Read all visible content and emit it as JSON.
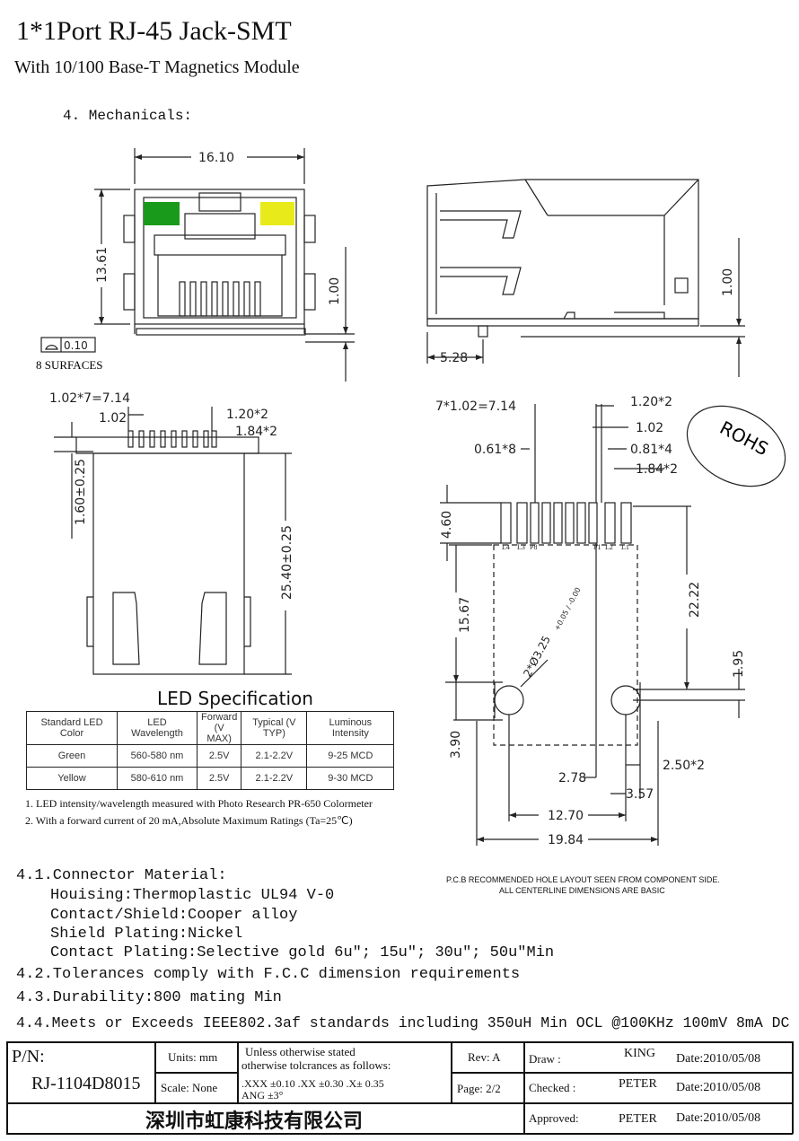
{
  "header": {
    "title": "1*1Port RJ-45 Jack-SMT",
    "subtitle": "With 10/100 Base-T Magnetics Module",
    "section": "4. Mechanicals:"
  },
  "front_view": {
    "width_dim": "16.10",
    "height_dim": "13.61",
    "offset_dim": "1.00",
    "flatness_value": "0.10",
    "flatness_note": "8 SURFACES",
    "led_left_color": "#1a9a1a",
    "led_right_color": "#e8ea1a"
  },
  "side_view": {
    "depth_dim": "5.28",
    "offset_dim": "1.00"
  },
  "bottom_view": {
    "pitch_total": "1.02*7=7.14",
    "pitch": "1.02",
    "pitch_b": "1.20*2",
    "pitch_c": "1.84*2",
    "pin_offset": "1.60±0.25",
    "body_length": "25.40±0.25"
  },
  "pcb_layout": {
    "badge": "ROHS",
    "dims": {
      "pitch_total": "7*1.02=7.14",
      "d120": "1.20*2",
      "d102": "1.02",
      "d061": "0.61*8",
      "d081": "0.81*4",
      "d184": "1.84*2",
      "d460": "4.60",
      "d1567": "15.67",
      "d2222": "22.22",
      "hole": "2*Ø3.25",
      "hole_tol": "+0.05 / -0.00",
      "d195": "1.95",
      "d390": "3.90",
      "d278": "2.78",
      "d250": "2.50*2",
      "d357": "3.57",
      "d1270": "12.70",
      "d1984": "19.84"
    },
    "pin_labels": [
      "L4",
      "L3",
      "P8",
      "P1",
      "L2",
      "L1"
    ],
    "note_line1": "P.C.B RECOMMENDED HOLE LAYOUT SEEN FROM COMPONENT SIDE.",
    "note_line2": "ALL CENTERLINE DIMENSIONS ARE BASIC"
  },
  "led_spec": {
    "title": "LED Specification",
    "headers": [
      "Standard LED Color",
      "LED Wavelength",
      "Forward (V MAX)",
      "Typical (V TYP)",
      "Luminous Intensity"
    ],
    "rows": [
      [
        "Green",
        "560-580 nm",
        "2.5V",
        "2.1-2.2V",
        "9-25 MCD"
      ],
      [
        "Yellow",
        "580-610 nm",
        "2.5V",
        "2.1-2.2V",
        "9-30 MCD"
      ]
    ],
    "notes": [
      "1. LED intensity/wavelength measured with Photo Research PR-650 Colormeter",
      "2. With a forward current of 20 mA,Absolute Maximum Ratings (Ta=25℃)"
    ]
  },
  "specs": {
    "s41": "4.1.Connector Material:",
    "s41a": "Houising:Thermoplastic UL94 V-0",
    "s41b": "Contact/Shield:Cooper alloy",
    "s41c": "Shield Plating:Nickel",
    "s41d": "Contact Plating:Selective gold 6u\"; 15u\"; 30u\"; 50u\"Min",
    "s42": "4.2.Tolerances comply with F.C.C dimension requirements",
    "s43": "4.3.Durability:800 mating Min",
    "s44": "4.4.Meets or Exceeds IEEE802.3af standards including 350uH Min OCL @100KHz 100mV 8mA DC"
  },
  "title_block": {
    "pn_label": "P/N:",
    "pn_value": "RJ-1104D8015",
    "units": "Units: mm",
    "scale": "Scale: None",
    "tol_line1": "Unless otherwise stated",
    "tol_line2": "otherwise tolcrances as follows:",
    "tol_line3": ".XXX ±0.10 .XX ±0.30 .X± 0.35",
    "tol_line4": "ANG ±3°",
    "rev": "Rev: A",
    "page": "Page: 2/2",
    "draw_label": "Draw   :",
    "draw_name": "KING",
    "draw_date": "Date:2010/05/08",
    "checked_label": "Checked :",
    "checked_name": "PETER",
    "checked_date": "Date:2010/05/08",
    "approved_label": "Approved:",
    "approved_name": "PETER",
    "approved_date": "Date:2010/05/08",
    "company": "深圳市虹康科技有限公司"
  }
}
